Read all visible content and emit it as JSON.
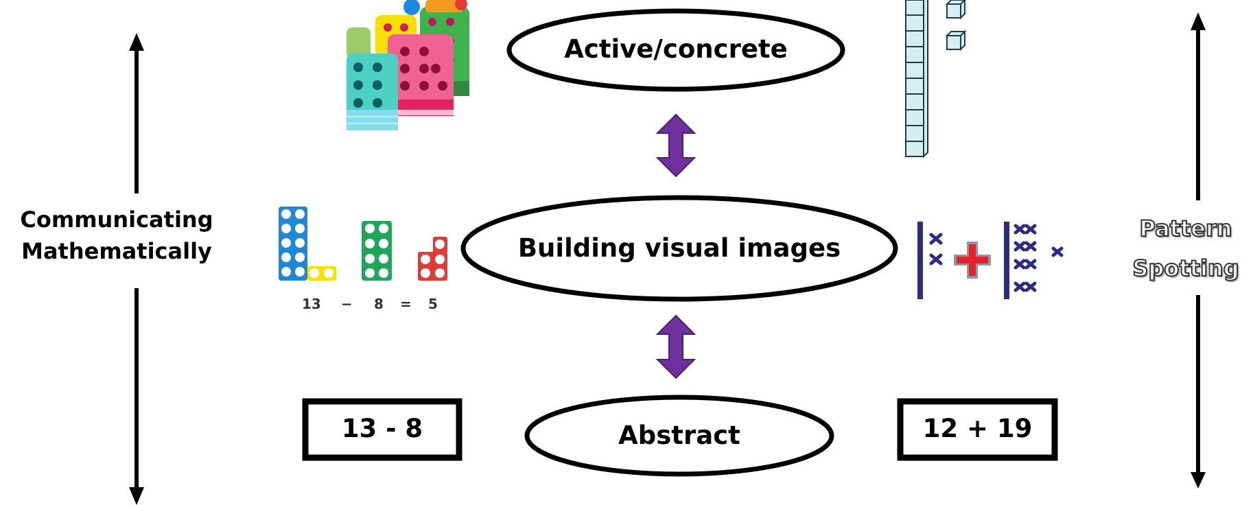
{
  "stages": {
    "top": "Active/concrete",
    "middle": "Building visual images",
    "bottom": "Abstract"
  },
  "left_axis": {
    "line1": "Communicating",
    "line2": "Mathematically"
  },
  "right_axis": {
    "line1": "Pattern",
    "line2": "Spotting"
  },
  "left_example": {
    "equation_parts": [
      "13",
      "−",
      "8",
      "=",
      "5"
    ],
    "box": "13 - 8"
  },
  "right_example": {
    "box": "12 + 19"
  },
  "colors": {
    "arrow_purple": "#7030a0",
    "tens_blue": "#2c2c86",
    "plus_red": "#e8202a",
    "numicon_blue": "#1e88d4",
    "numicon_yellow": "#f5e400",
    "numicon_green": "#1ea65a",
    "numicon_red": "#e53935",
    "cube_fill": "#d6eeef"
  }
}
